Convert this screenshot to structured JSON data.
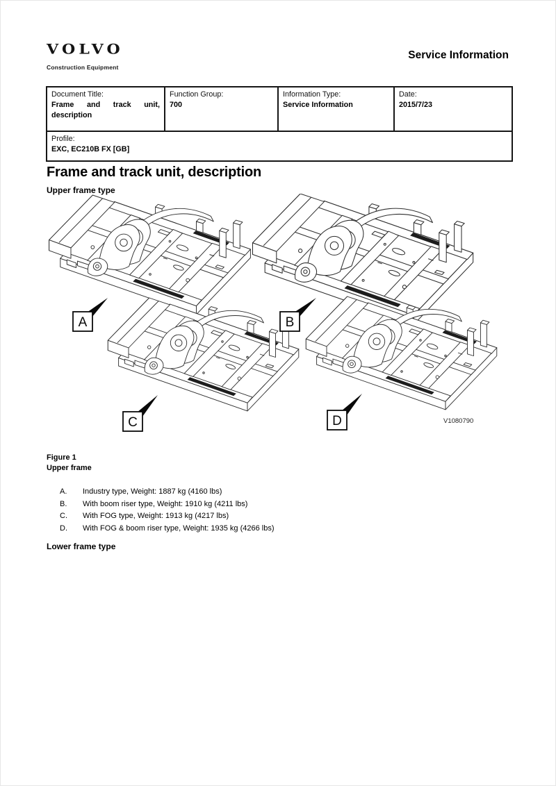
{
  "header": {
    "logo_text": "VOLVO",
    "logo_subtitle": "Construction Equipment",
    "page_type": "Service Information"
  },
  "info_table": {
    "document_title_label": "Document Title:",
    "document_title_value": "Frame and track unit, description",
    "function_group_label": "Function Group:",
    "function_group_value": "700",
    "information_type_label": "Information Type:",
    "information_type_value": "Service Information",
    "date_label": "Date:",
    "date_value": "2015/7/23",
    "profile_label": "Profile:",
    "profile_value": "EXC, EC210B FX [GB]"
  },
  "content": {
    "title": "Frame and track unit, description",
    "section_upper": "Upper frame type",
    "section_lower": "Lower frame type",
    "figure": {
      "labels": {
        "a": "A",
        "b": "B",
        "c": "C",
        "d": "D"
      },
      "ref_code": "V1080790",
      "caption_line1": "Figure 1",
      "caption_line2": "Upper frame"
    },
    "list": [
      {
        "key": "A.",
        "text": "Industry type, Weight: 1887 kg (4160 lbs)"
      },
      {
        "key": "B.",
        "text": "With boom riser type, Weight: 1910 kg (4211 lbs)"
      },
      {
        "key": "C.",
        "text": "With FOG type, Weight: 1913 kg (4217 lbs)"
      },
      {
        "key": "D.",
        "text": "With FOG & boom riser type, Weight: 1935 kg (4266 lbs)"
      }
    ]
  }
}
